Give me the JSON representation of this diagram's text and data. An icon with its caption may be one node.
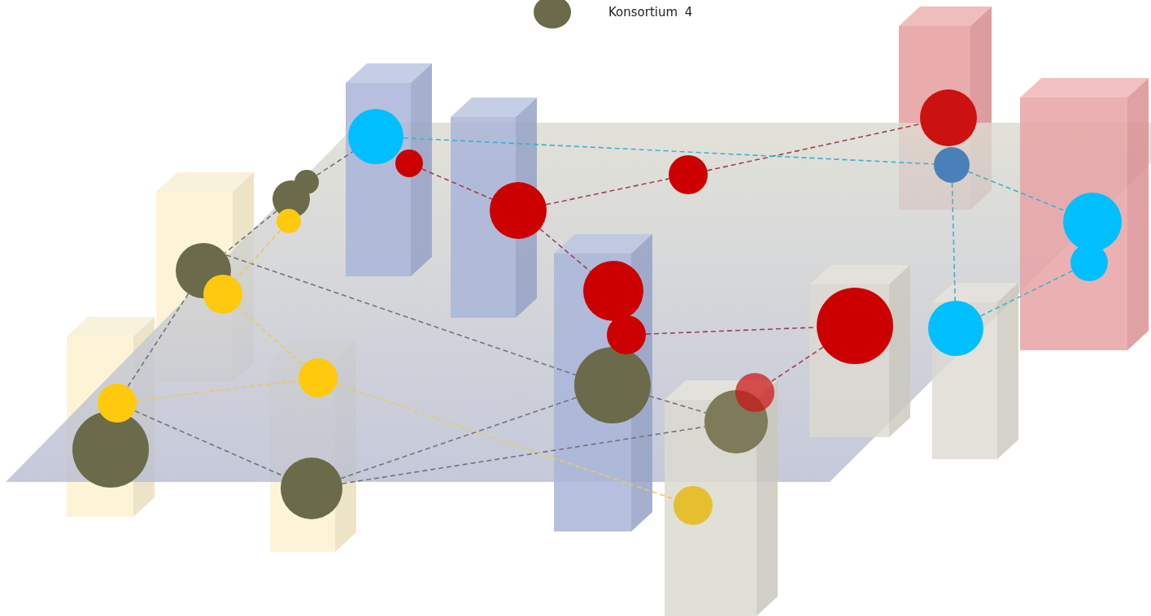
{
  "diagram": {
    "nodes": [
      {
        "text": [],
        "shape": "circle"
      },
      {
        "text": [],
        "shape": "circle"
      },
      {
        "text": [],
        "shape": "circle"
      },
      {
        "text": [],
        "shape": "circle"
      },
      {
        "text": [],
        "shape": "circle"
      },
      {
        "text": [],
        "shape": "circle"
      },
      {
        "text": [],
        "shape": "circle"
      },
      {
        "text": [],
        "shape": "circle"
      },
      {
        "text": [],
        "shape": "circle"
      },
      {
        "text": [],
        "shape": "circle"
      },
      {
        "text": [],
        "shape": "circle"
      },
      {
        "text": [],
        "shape": "circle"
      },
      {
        "text": [],
        "shape": "circle"
      },
      {
        "text": [],
        "shape": "circle"
      },
      {
        "text": [],
        "shape": "circle"
      },
      {
        "text": [],
        "shape": "circle"
      },
      {
        "text": [],
        "shape": "circle"
      },
      {
        "text": [],
        "shape": "circle"
      },
      {
        "text": [],
        "shape": "circle"
      },
      {
        "text": [],
        "shape": "circle"
      },
      {
        "text": [],
        "shape": "circle"
      },
      {
        "text": [],
        "shape": "circle"
      },
      {
        "text": [],
        "shape": "circle"
      },
      {
        "text": [],
        "shape": "circle"
      },
      {
        "text": [],
        "shape": "circle"
      }
    ],
    "edges": [
      {
        "from": 5,
        "to": 0,
        "arrow": "none",
        "style": "dashed"
      },
      {
        "from": 6,
        "to": 11,
        "arrow": "none",
        "style": "dashed"
      },
      {
        "from": 11,
        "to": 20,
        "arrow": "none",
        "style": "dashed"
      },
      {
        "from": 11,
        "to": 18,
        "arrow": "none",
        "style": "dashed"
      },
      {
        "from": 20,
        "to": 23,
        "arrow": "none",
        "style": "dashed"
      },
      {
        "from": 23,
        "to": 18,
        "arrow": "none",
        "style": "dashed"
      },
      {
        "from": 23,
        "to": 21,
        "arrow": "none",
        "style": "dashed"
      },
      {
        "from": 18,
        "to": 21,
        "arrow": "none",
        "style": "dashed"
      },
      {
        "from": 2,
        "to": 7,
        "arrow": "none",
        "style": "dashed",
        "color": "#a04050"
      },
      {
        "from": 7,
        "to": 4,
        "arrow": "none",
        "style": "dashed",
        "color": "#a04050"
      },
      {
        "from": 4,
        "to": 1,
        "arrow": "none",
        "style": "dashed",
        "color": "#a04050"
      },
      {
        "from": 7,
        "to": 12,
        "arrow": "none",
        "style": "dashed",
        "color": "#a04050"
      },
      {
        "from": 16,
        "to": 14,
        "arrow": "none",
        "style": "dashed",
        "color": "#a04050"
      },
      {
        "from": 14,
        "to": 19,
        "arrow": "none",
        "style": "dashed",
        "color": "#a04050"
      },
      {
        "from": 0,
        "to": 3,
        "arrow": "none",
        "style": "dashed",
        "color": "#40b0d0"
      },
      {
        "from": 3,
        "to": 9,
        "arrow": "none",
        "style": "dashed",
        "color": "#40b0d0"
      },
      {
        "from": 3,
        "to": 15,
        "arrow": "none",
        "style": "dashed",
        "color": "#40b0d0"
      },
      {
        "from": 15,
        "to": 10,
        "arrow": "none",
        "style": "dashed",
        "color": "#40b0d0"
      },
      {
        "from": 8,
        "to": 13,
        "arrow": "none",
        "style": "dashed",
        "color": "#eec860"
      },
      {
        "from": 13,
        "to": 17,
        "arrow": "none",
        "style": "dashed",
        "color": "#eec860"
      },
      {
        "from": 20,
        "to": 17,
        "arrow": "none",
        "style": "dashed",
        "color": "#eec860"
      },
      {
        "from": 17,
        "to": 24,
        "arrow": "none",
        "style": "dashed",
        "color": "#eec860"
      }
    ],
    "legend": [
      {
        "text": "Konsortium 4",
        "color": "#6b6a4a"
      }
    ]
  }
}
